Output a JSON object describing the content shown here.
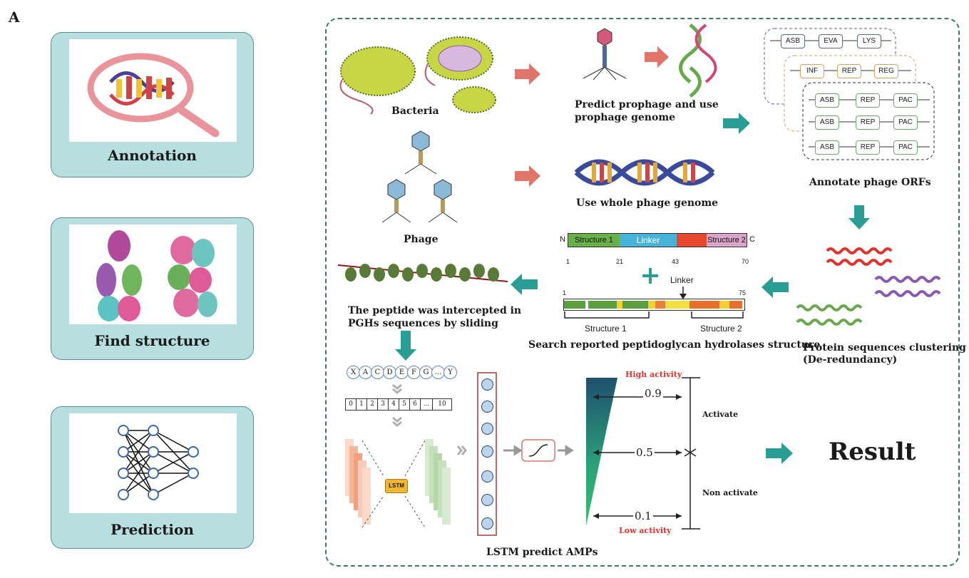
{
  "panel_letter": "A",
  "cards": {
    "annotation": "Annotation",
    "structure": "Find structure",
    "prediction": "Prediction"
  },
  "labels": {
    "bacteria": "Bacteria",
    "predict_prophage_1": "Predict prophage and use",
    "predict_prophage_2": "prophage genome",
    "phage": "Phage",
    "whole_genome": "Use whole phage genome",
    "annotate_orfs": "Annotate phage ORFs",
    "clustering_1": "Protein sequences clustering",
    "clustering_2": "(De-redundancy)",
    "search_structure": "Search reported peptidoglycan hydrolases structure",
    "intercepted_1": "The peptide was intercepted in",
    "intercepted_2": "PGHs sequences by sliding",
    "lstm_predict": "LSTM predict AMPs",
    "result": "Result"
  },
  "orf_groups": {
    "back": [
      "ASB",
      "EVA",
      "LYS"
    ],
    "middle": [
      "INF",
      "REP",
      "REG"
    ],
    "front": [
      [
        "ASB",
        "REP",
        "PAC"
      ],
      [
        "ASB",
        "REP",
        "PAC"
      ],
      [
        "ASB",
        "REP",
        "PAC"
      ]
    ]
  },
  "structure_bar": {
    "n_label": "N",
    "c_label": "C",
    "structure1": "Structure 1",
    "linker": "Linker",
    "structure2": "Structure 2",
    "pos1": "1",
    "pos21": "21",
    "pos43": "43",
    "pos70": "70"
  },
  "long_bar": {
    "start": "1",
    "end": "75",
    "linker": "Linker",
    "structure1": "Structure 1",
    "structure2": "Structure 2"
  },
  "sequence": {
    "letters": [
      "X",
      "A",
      "C",
      "D",
      "E",
      "F",
      "G",
      "...",
      "Y"
    ],
    "numbers": [
      "0",
      "1",
      "2",
      "3",
      "4",
      "5",
      "6",
      "...",
      "10"
    ]
  },
  "lstm_label": "LSTM",
  "activity": {
    "high": "High activity",
    "low": "Low activity",
    "v09": "0.9",
    "v05": "0.5",
    "v01": "0.1",
    "activate": "Activate",
    "non_activate": "Non activate"
  },
  "colors": {
    "card_bg": "#b7dfe0",
    "teal_arrow": "#2a9d95",
    "salmon_arrow": "#e0766b",
    "high_red": "#e0322b"
  }
}
